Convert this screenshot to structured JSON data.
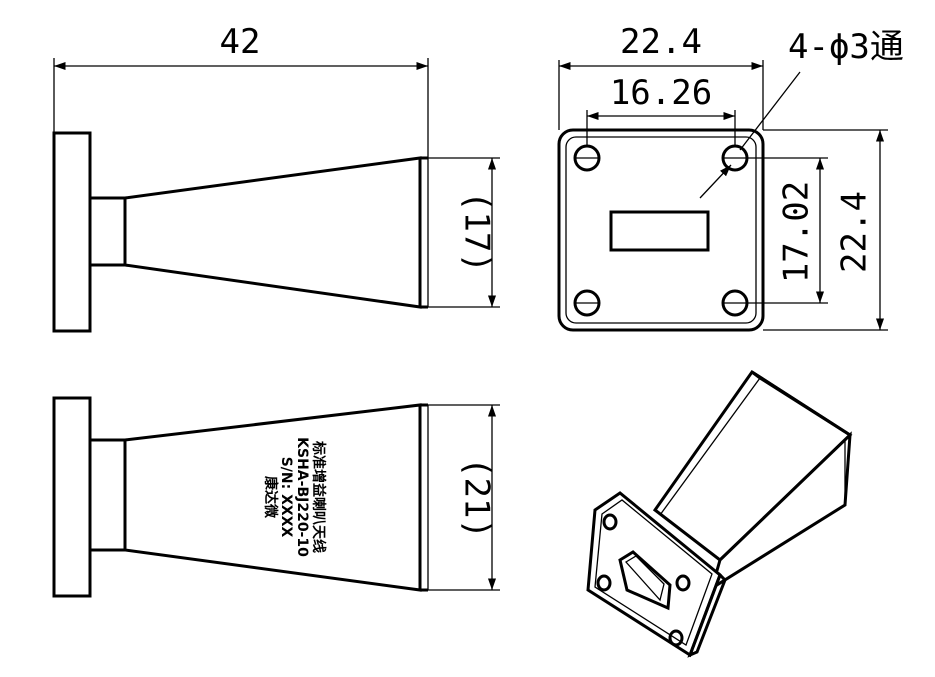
{
  "side_view": {
    "length_label": "42",
    "aperture_height_label": "(17)"
  },
  "front_view": {
    "flange_width_label": "22.4",
    "hole_spacing_label": "16.26",
    "hole_callout_label": "4-ϕ3通",
    "hole_vertical_spacing_label": "17.02",
    "flange_height_label": "22.4"
  },
  "top_view": {
    "aperture_width_label": "(21)",
    "nameplate": {
      "line1": "标准增益喇叭天线",
      "line2": "KSHA-BJ220-10",
      "line3": "S/N: XXXX",
      "line4": "康达微"
    }
  },
  "isometric_view": {}
}
